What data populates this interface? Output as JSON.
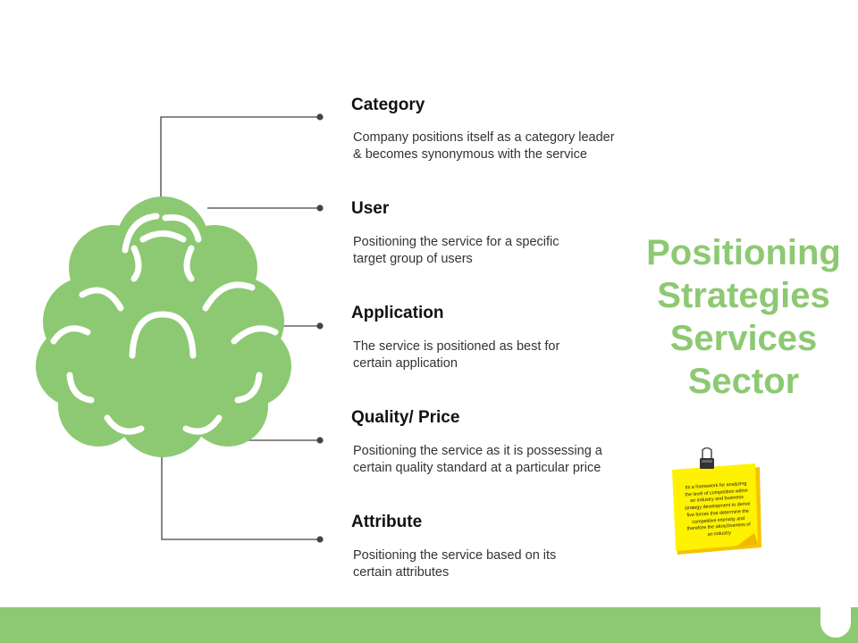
{
  "side_title": [
    "Positioning",
    "Strategies",
    "Services",
    "Sector"
  ],
  "items": [
    {
      "title": "Category",
      "desc": [
        "Company positions itself as a category leader",
        "& becomes synonymous with the service"
      ]
    },
    {
      "title": "User",
      "desc": [
        "Positioning the service for a specific",
        "target group of users"
      ]
    },
    {
      "title": "Application",
      "desc": [
        "The service is positioned as best for",
        "certain application"
      ]
    },
    {
      "title": "Quality/ Price",
      "desc": [
        "Positioning the service as it is possessing a",
        "certain quality standard at a particular price"
      ]
    },
    {
      "title": "Attribute",
      "desc": [
        "Positioning the service based on its",
        "certain attributes"
      ]
    }
  ],
  "note": {
    "lines": [
      "Its a framework for analyzing",
      "the level of competition within",
      "an industry and business",
      "strategy development to derive",
      "five forces that determine the",
      "competitive intensity and",
      "therefore the attractiveness of",
      "an industry"
    ]
  },
  "colors": {
    "accent_green": "#8dc972",
    "note_yellow": "#fff200",
    "note_shadow": "#f5c400"
  },
  "icons": {
    "main_graphic": "brain-icon",
    "note_clip": "binder-clip-icon"
  }
}
